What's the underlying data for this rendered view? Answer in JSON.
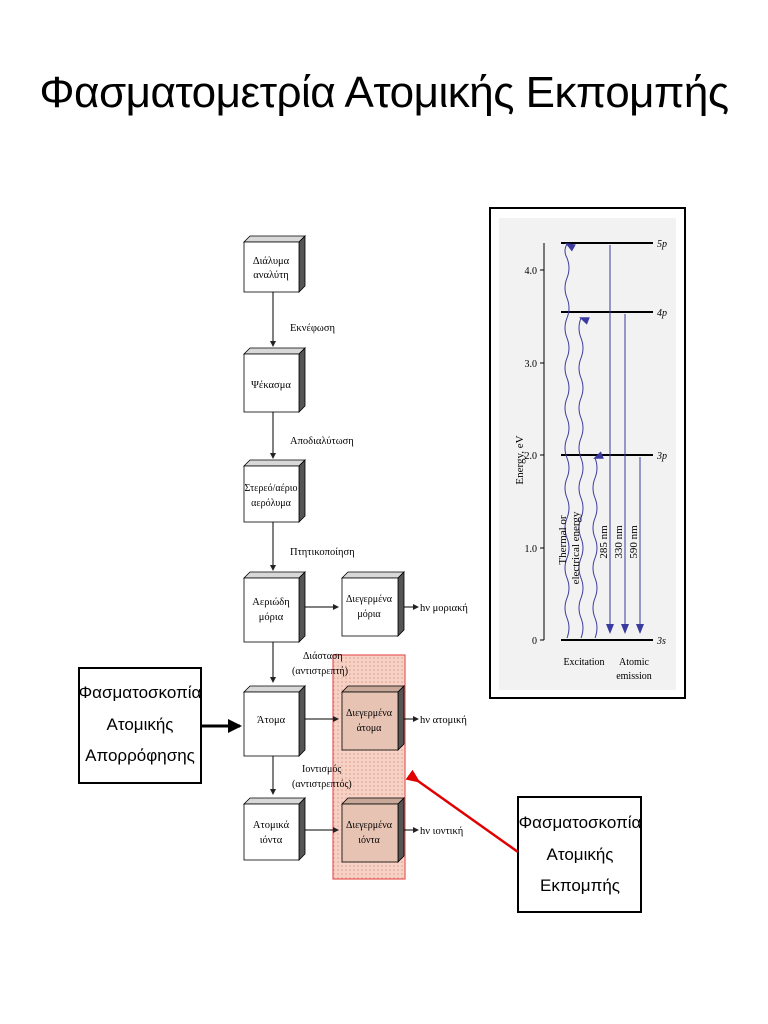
{
  "title": "Φασματομετρία Ατομικής Εκπομπής",
  "flow": {
    "boxes": {
      "solution": [
        "Διάλυμα",
        "αναλύτη"
      ],
      "spray": [
        "Ψέκασμα"
      ],
      "aerosol": [
        "Στερεό/αέριο",
        "αερόλυμα"
      ],
      "gas_molecules": [
        "Αεριώδη",
        "μόρια"
      ],
      "excited_molecules": [
        "Διεγερμένα",
        "μόρια"
      ],
      "atoms": [
        "Άτομα"
      ],
      "excited_atoms": [
        "Διεγερμένα",
        "άτομα"
      ],
      "ions": [
        "Ατομικά",
        "ιόντα"
      ],
      "excited_ions": [
        "Διεγερμένα",
        "ιόντα"
      ]
    },
    "steps": {
      "nebulization": "Εκνέφωση",
      "desolvation": "Αποδιαλύτωση",
      "volatilization": "Πτητικοποίηση",
      "dissociation": [
        "Διάσταση",
        "(αντιστρεπτή)"
      ],
      "ionization": [
        "Ιοντισμός",
        "(αντιστρεπτός)"
      ]
    },
    "emissions": {
      "molecular": "hν μοριακή",
      "atomic": "hν ατομική",
      "ionic": "hν ιοντική"
    }
  },
  "callouts": {
    "absorption": [
      "Φασματοσκοπία",
      "Ατομικής",
      "Απορρόφησης"
    ],
    "emission": [
      "Φασματοσκοπία",
      "Ατομικής",
      "Εκπομπής"
    ]
  },
  "energy_diagram": {
    "ylabel": "Energy, eV",
    "ticks": [
      "4.0",
      "3.0",
      "2.0",
      "1.0",
      "0"
    ],
    "levels": [
      {
        "label": "5p",
        "ev": 4.22
      },
      {
        "label": "4p",
        "ev": 3.55
      },
      {
        "label": "3p",
        "ev": 2.0
      },
      {
        "label": "3s",
        "ev": 0
      }
    ],
    "excitation_text": [
      "Thermal or",
      "electrical energy"
    ],
    "wavelengths": [
      "285 nm",
      "330 nm",
      "590 nm"
    ],
    "xlabels": {
      "excitation": "Excitation",
      "emission": [
        "Atomic",
        "emission"
      ]
    },
    "colors": {
      "excitation_arrow": "#3a3aa0",
      "callout_arrow": "#e00000",
      "highlight": "#f4c4b4"
    }
  }
}
